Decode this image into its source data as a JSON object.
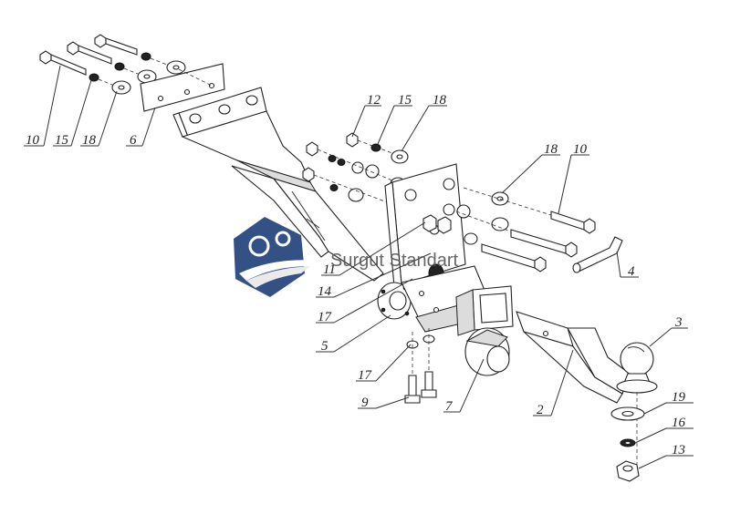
{
  "labels": [
    {
      "id": "10a",
      "text": "10"
    },
    {
      "id": "15a",
      "text": "15"
    },
    {
      "id": "18a",
      "text": "18"
    },
    {
      "id": "6",
      "text": "6"
    },
    {
      "id": "12",
      "text": "12"
    },
    {
      "id": "15b",
      "text": "15"
    },
    {
      "id": "18b",
      "text": "18"
    },
    {
      "id": "18c",
      "text": "18"
    },
    {
      "id": "10b",
      "text": "10"
    },
    {
      "id": "4",
      "text": "4"
    },
    {
      "id": "11",
      "text": "11"
    },
    {
      "id": "14",
      "text": "14"
    },
    {
      "id": "17a",
      "text": "17"
    },
    {
      "id": "5",
      "text": "5"
    },
    {
      "id": "3",
      "text": "3"
    },
    {
      "id": "17b",
      "text": "17"
    },
    {
      "id": "9",
      "text": "9"
    },
    {
      "id": "7",
      "text": "7"
    },
    {
      "id": "2",
      "text": "2"
    },
    {
      "id": "19",
      "text": "19"
    },
    {
      "id": "16",
      "text": "16"
    },
    {
      "id": "13",
      "text": "13"
    }
  ],
  "watermark": {
    "text": "Surgut Standart",
    "color_primary": "#1f3f7a",
    "color_text": "#555555"
  }
}
